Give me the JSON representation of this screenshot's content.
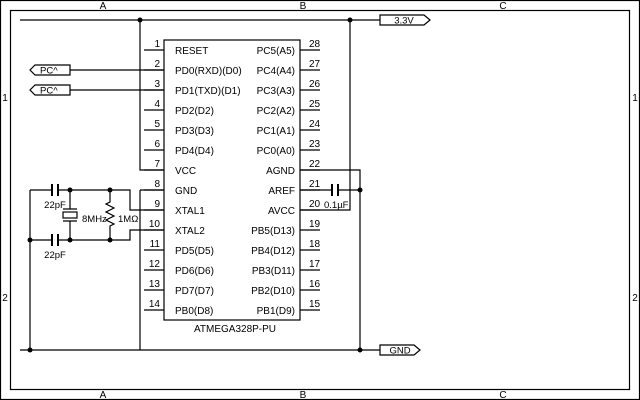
{
  "frame": {
    "columns": [
      "A",
      "B",
      "C"
    ],
    "rows": [
      "1",
      "2"
    ]
  },
  "chip": {
    "name": "ATMEGA328P-PU",
    "left_pins": [
      {
        "num": "1",
        "label": "RESET"
      },
      {
        "num": "2",
        "label": "PD0(RXD)(D0)"
      },
      {
        "num": "3",
        "label": "PD1(TXD)(D1)"
      },
      {
        "num": "4",
        "label": "PD2(D2)"
      },
      {
        "num": "5",
        "label": "PD3(D3)"
      },
      {
        "num": "6",
        "label": "PD4(D4)"
      },
      {
        "num": "7",
        "label": "VCC"
      },
      {
        "num": "8",
        "label": "GND"
      },
      {
        "num": "9",
        "label": "XTAL1"
      },
      {
        "num": "10",
        "label": "XTAL2"
      },
      {
        "num": "11",
        "label": "PD5(D5)"
      },
      {
        "num": "12",
        "label": "PD6(D6)"
      },
      {
        "num": "13",
        "label": "PD7(D7)"
      },
      {
        "num": "14",
        "label": "PB0(D8)"
      }
    ],
    "right_pins": [
      {
        "num": "28",
        "label": "PC5(A5)"
      },
      {
        "num": "27",
        "label": "PC4(A4)"
      },
      {
        "num": "26",
        "label": "PC3(A3)"
      },
      {
        "num": "25",
        "label": "PC2(A2)"
      },
      {
        "num": "24",
        "label": "PC1(A1)"
      },
      {
        "num": "23",
        "label": "PC0(A0)"
      },
      {
        "num": "22",
        "label": "AGND"
      },
      {
        "num": "21",
        "label": "AREF"
      },
      {
        "num": "20",
        "label": "AVCC"
      },
      {
        "num": "19",
        "label": "PB5(D13)"
      },
      {
        "num": "18",
        "label": "PB4(D12)"
      },
      {
        "num": "17",
        "label": "PB3(D11)"
      },
      {
        "num": "16",
        "label": "PB2(D10)"
      },
      {
        "num": "15",
        "label": "PB1(D9)"
      }
    ]
  },
  "nets": {
    "power": "3.3V",
    "ground": "GND",
    "port1": "PC^",
    "port2": "PC^"
  },
  "components": {
    "c1": "22pF",
    "c2": "22pF",
    "crystal": "8MHz",
    "resistor": "1MΩ",
    "c_aref": "0.1µF"
  }
}
